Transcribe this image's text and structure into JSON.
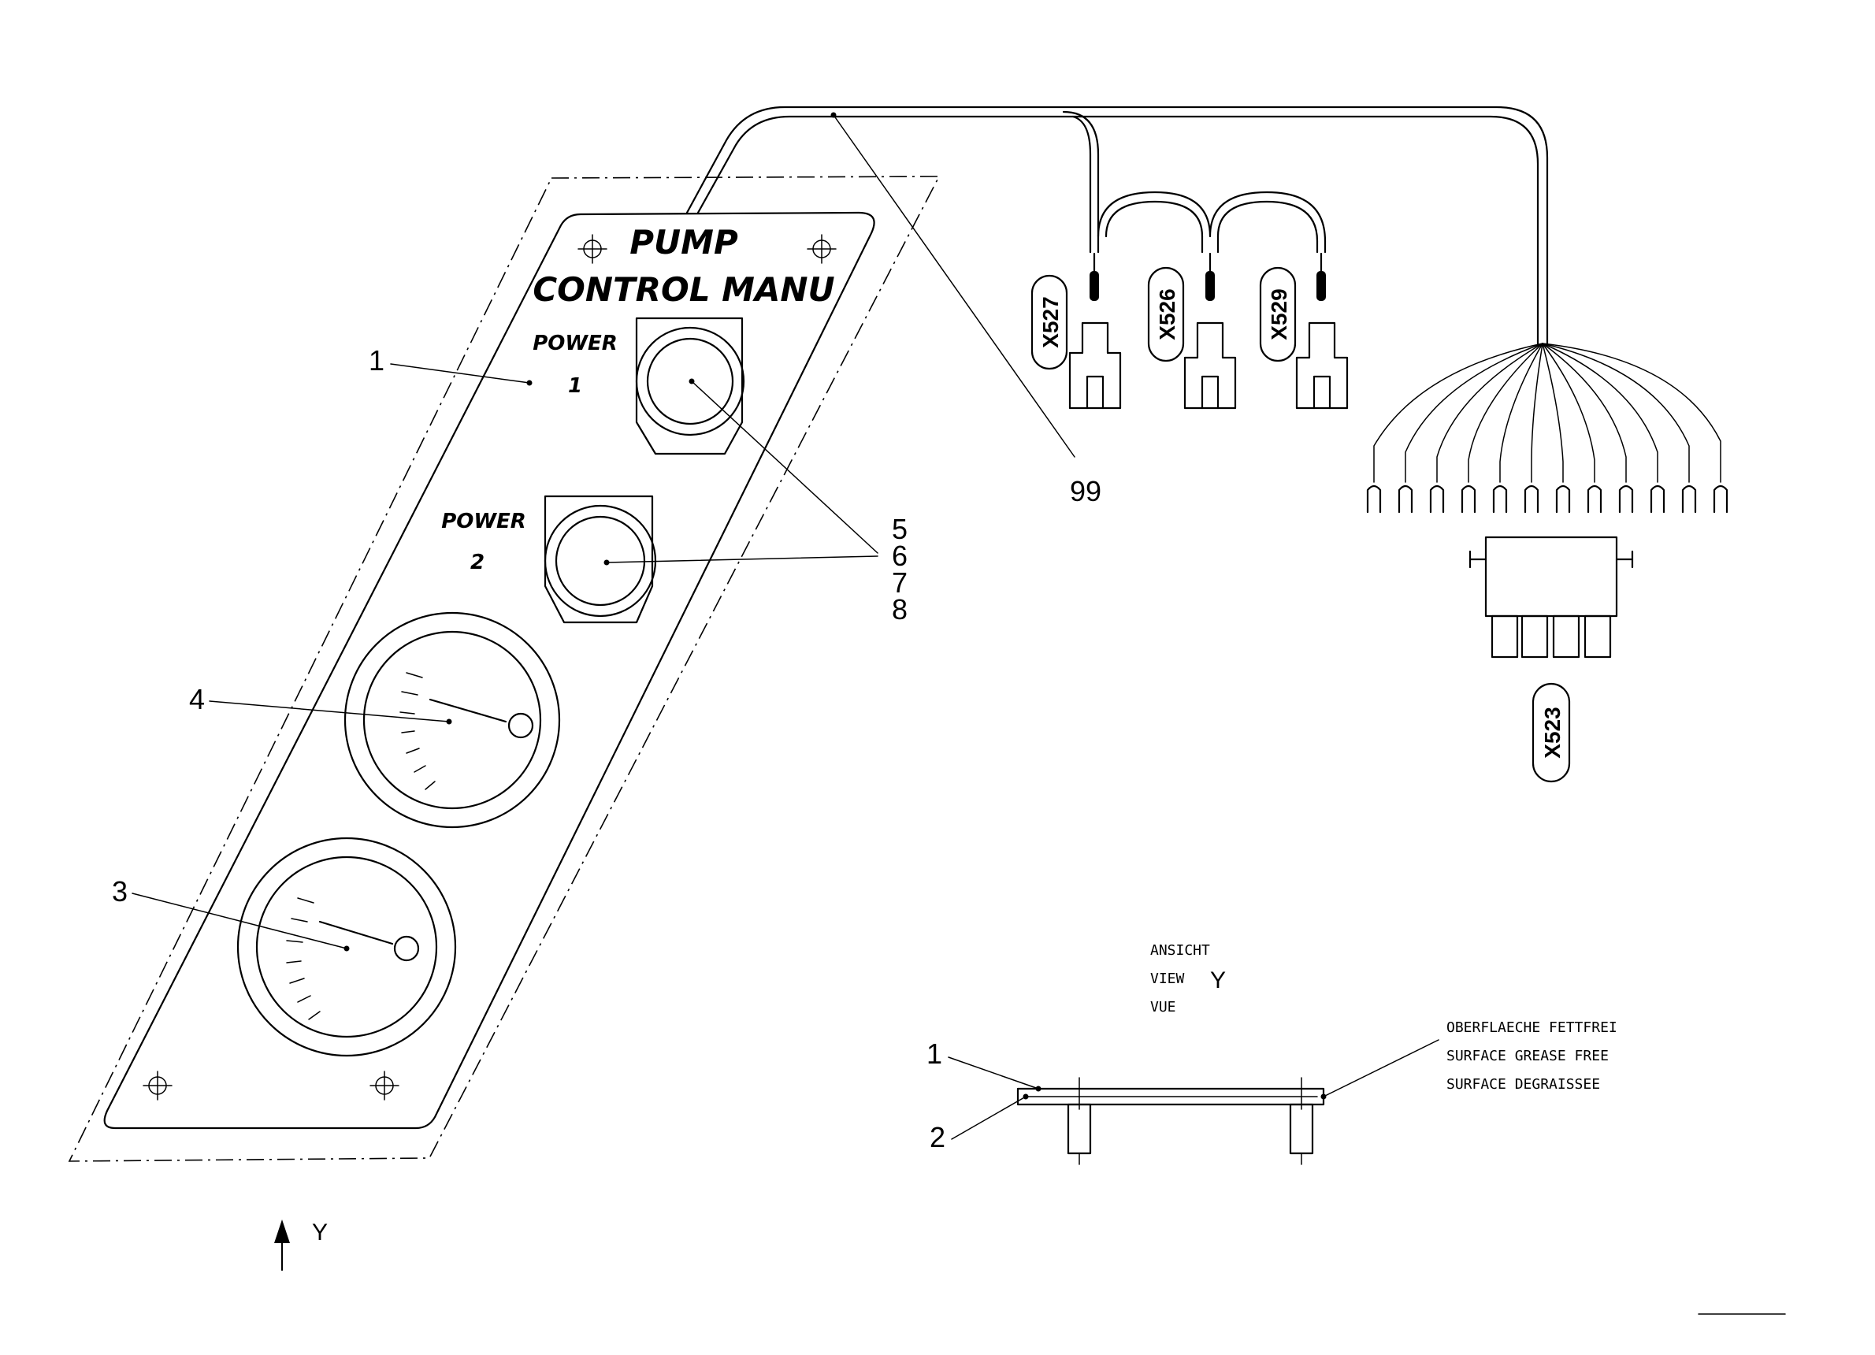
{
  "panel": {
    "title_line1": "PUMP",
    "title_line2": "CONTROL MANU",
    "power1_label": "POWER",
    "power1_num": "1",
    "power2_label": "POWER",
    "power2_num": "2"
  },
  "callouts": {
    "item1": "1",
    "item3": "3",
    "item4": "4",
    "item5": "5",
    "item6": "6",
    "item7": "7",
    "item8": "8",
    "item99": "99",
    "side_item1": "1",
    "side_item2": "2"
  },
  "connectors": [
    "X527",
    "X526",
    "X529",
    "X523"
  ],
  "view": {
    "ansicht": "ANSICHT",
    "view": "VIEW",
    "vue": "VUE",
    "letter": "Y",
    "arrow_letter": "Y"
  },
  "surface_note": {
    "line1": "OBERFLAECHE FETTFREI",
    "line2": "SURFACE GREASE FREE",
    "line3": "SURFACE DEGRAISSEE"
  }
}
